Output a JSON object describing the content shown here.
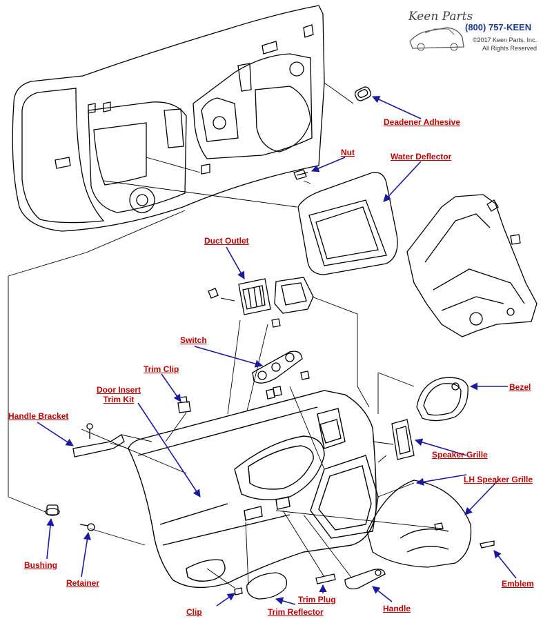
{
  "logo": {
    "brand": "Keen Parts",
    "phone": "(800) 757-KEEN",
    "copyright": "©2017 Keen Parts, Inc.",
    "rights": "All Rights Reserved"
  },
  "labels": {
    "deadener_adhesive": "Deadener Adhesive",
    "nut": "Nut",
    "water_deflector": "Water Deflector",
    "duct_outlet": "Duct Outlet",
    "switch": "Switch",
    "trim_clip_1": "Trim Clip",
    "door_insert_1": "Door Insert",
    "door_insert_2": "Trim Kit",
    "handle_bracket": "Handle Bracket",
    "bezel": "Bezel",
    "speaker_grille": "Speaker Grille",
    "lh_speaker_grille": "LH Speaker Grille",
    "bushing": "Bushing",
    "retainer": "Retainer",
    "emblem": "Emblem",
    "trim_plug": "Trim Plug",
    "handle": "Handle",
    "clip": "Clip",
    "trim_reflector": "Trim Reflector"
  },
  "colors": {
    "label": "#c00000",
    "arrow": "#1a1aa0",
    "line": "#000000"
  }
}
